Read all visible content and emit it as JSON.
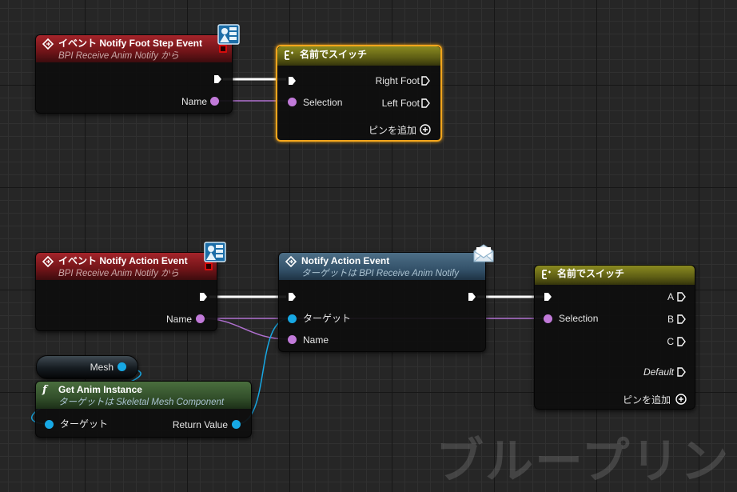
{
  "watermark": "ブループリント",
  "nodes": {
    "foot_event": {
      "title": "イベント Notify Foot Step Event",
      "subtitle": "BPI Receive Anim Notify から",
      "out_pin": "Name"
    },
    "switch_foot": {
      "title": "名前でスイッチ",
      "in_pin": "Selection",
      "outputs": [
        "Right Foot",
        "Left Foot"
      ],
      "add_pin": "ピンを追加"
    },
    "action_event": {
      "title": "イベント Notify Action Event",
      "subtitle": "BPI Receive Anim Notify から",
      "out_pin": "Name"
    },
    "notify_action": {
      "title": "Notify Action Event",
      "subtitle": "ターゲットは BPI Receive Anim Notify",
      "in_pins": [
        "ターゲット",
        "Name"
      ]
    },
    "switch_action": {
      "title": "名前でスイッチ",
      "in_pin": "Selection",
      "outputs": [
        "A",
        "B",
        "C"
      ],
      "default_pin": "Default",
      "add_pin": "ピンを追加"
    },
    "mesh": {
      "label": "Mesh"
    },
    "get_anim": {
      "icon": "f",
      "title": "Get Anim Instance",
      "subtitle": "ターゲットは Skeletal Mesh Component",
      "in_pin": "ターゲット",
      "out_pin": "Return Value"
    }
  },
  "colors": {
    "exec": "#ffffff",
    "name_pin": "#c17ad9",
    "object_pin": "#17a8e4",
    "selection": "#f2a51c",
    "event_header": "#8a1c22",
    "switch_header": "#6e6e18",
    "message_header": "#3d5c74",
    "function_header": "#3a5a30"
  },
  "icons": [
    "diamond-event-icon",
    "switch-icon",
    "function-icon",
    "envelope-icon",
    "interface-icon",
    "add-pin-icon"
  ]
}
